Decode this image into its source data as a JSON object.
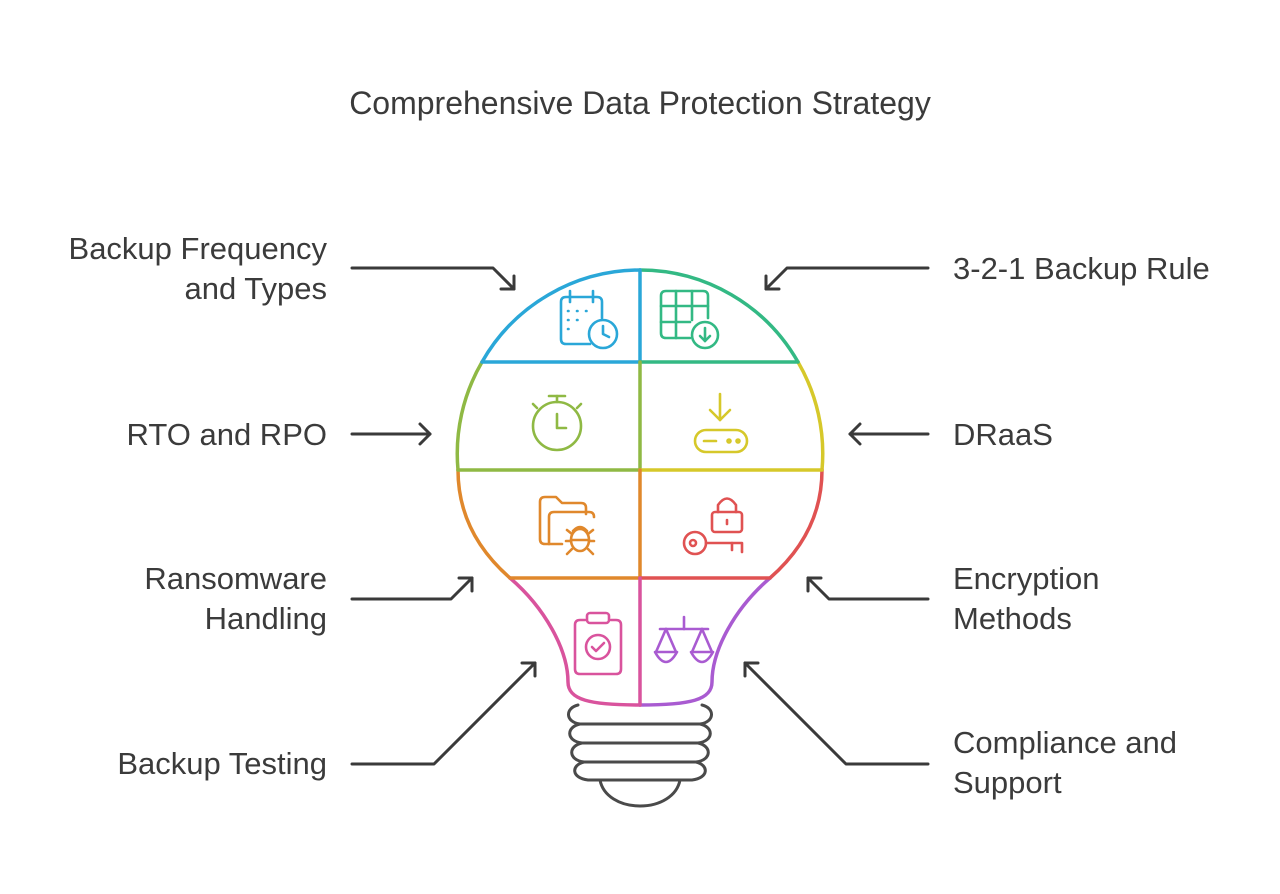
{
  "title": "Comprehensive Data Protection Strategy",
  "labels": {
    "backup_frequency": [
      "Backup Frequency",
      "and Types"
    ],
    "rule_321": "3-2-1 Backup Rule",
    "rto_rpo": "RTO and RPO",
    "draas": "DRaaS",
    "ransomware": [
      "Ransomware",
      "Handling"
    ],
    "encryption": [
      "Encryption",
      "Methods"
    ],
    "backup_testing": "Backup Testing",
    "compliance": [
      "Compliance and",
      "Support"
    ]
  },
  "colors": {
    "blue": "#2aa7d8",
    "teal": "#33b984",
    "olive": "#8fb944",
    "yellow": "#d6c82a",
    "orange": "#e0882c",
    "red": "#e05252",
    "pink": "#d9539d",
    "purple": "#a95bd1",
    "base": "#4a4a4a"
  },
  "icons": {
    "backup_frequency": "calendar-clock-icon",
    "rule_321": "table-download-icon",
    "rto_rpo": "stopwatch-icon",
    "draas": "server-download-icon",
    "ransomware": "folder-bug-icon",
    "encryption": "key-lock-icon",
    "backup_testing": "clipboard-check-icon",
    "compliance": "scales-icon"
  }
}
